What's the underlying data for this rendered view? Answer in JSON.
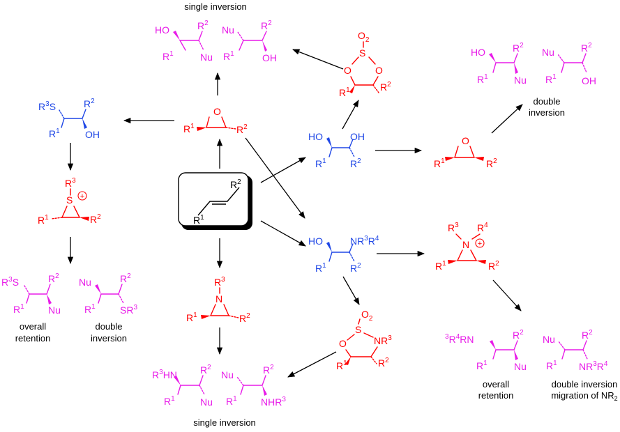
{
  "colors": {
    "product": "#e81ce8",
    "intermediate": "#ff0000",
    "diol": "#1f47e6",
    "arrow": "#000000"
  },
  "labels": {
    "single_inversion_top": "single inversion",
    "single_inversion_bottom": "single inversion",
    "double_inversion_top_line1": "double",
    "double_inversion_top_line2": "inversion",
    "overall_retention_left_line1": "overall",
    "overall_retention_left_line2": "retention",
    "double_inversion_left_line1": "double",
    "double_inversion_left_line2": "inversion",
    "overall_retention_right_line1": "overall",
    "overall_retention_right_line2": "retention",
    "double_inversion_right_line1": "double inversion",
    "double_inversion_right_line2": "migration of NR",
    "double_inversion_right_sub": "2"
  },
  "atoms": {
    "HO": "HO",
    "OH": "OH",
    "O": "O",
    "S": "S",
    "N": "N",
    "Nu": "Nu",
    "R": "R",
    "NR": "NR",
    "HN": "HN",
    "RN": "RN",
    "SR": "SR",
    "NHR": "NHR",
    "O2": "O",
    "two": "2",
    "one": "1",
    "three": "3",
    "four": "4",
    "plus": "+"
  }
}
